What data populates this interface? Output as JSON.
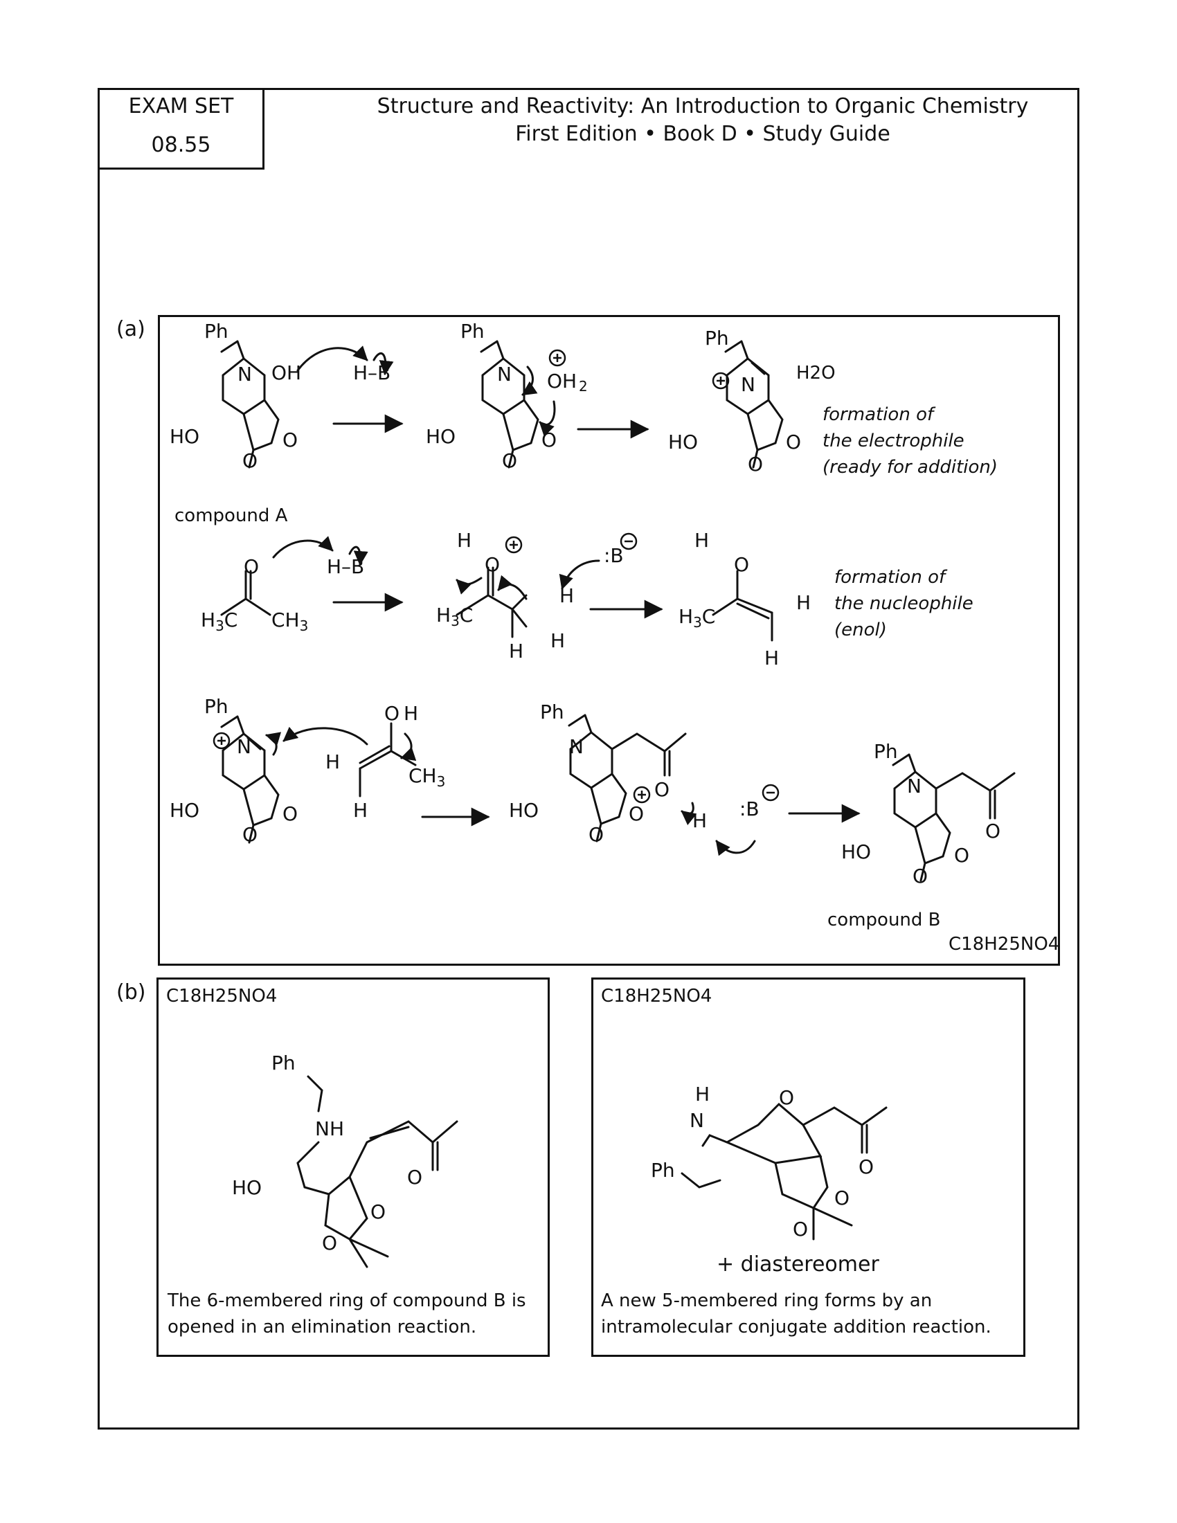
{
  "exam_set": {
    "label": "EXAM SET",
    "number": "08.55"
  },
  "header": {
    "line1": "Structure and Reactivity: An Introduction to Organic Chemistry",
    "line2": "First Edition • Book D • Study Guide"
  },
  "part_a": {
    "label": "(a)",
    "compound_a": "compound A",
    "compound_b": "compound B",
    "formula_b": "C18H25NO4",
    "note_electrophile": [
      "formation of",
      "the electrophile",
      "(ready for addition)"
    ],
    "note_nucleophile": [
      "formation of",
      "the nucleophile",
      "(enol)"
    ],
    "water": "H2O"
  },
  "part_b": {
    "label": "(b)",
    "left": {
      "formula": "C18H25NO4",
      "caption": [
        "The 6-membered ring of compound B is",
        "opened in an elimination reaction."
      ]
    },
    "right": {
      "formula": "C18H25NO4",
      "extra": "+ diastereomer",
      "caption": [
        "A new 5-membered ring forms by an",
        "intramolecular conjugate addition reaction."
      ]
    }
  }
}
